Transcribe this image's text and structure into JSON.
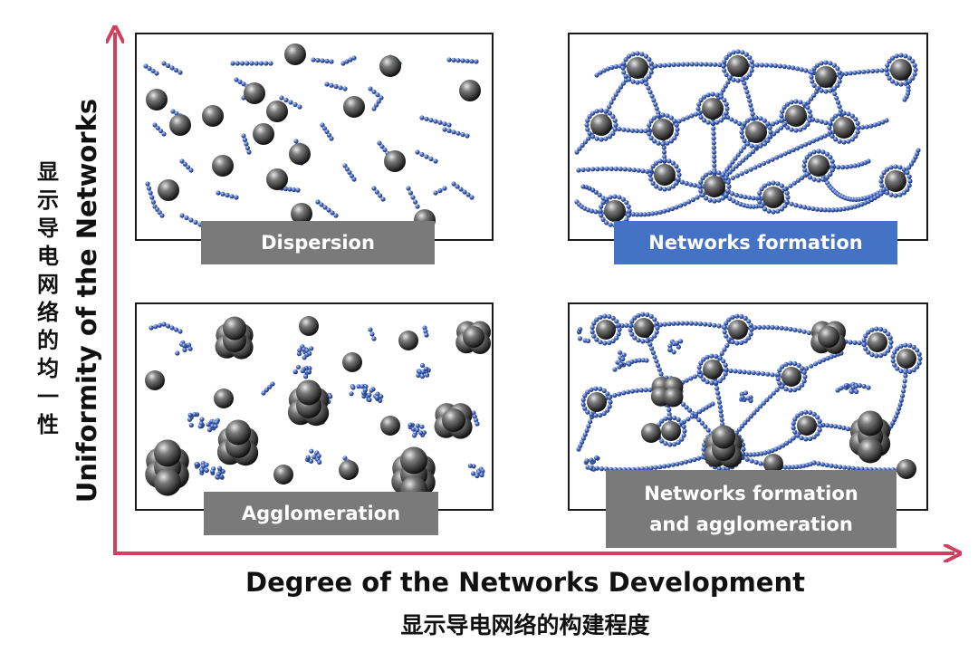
{
  "axes": {
    "x_label": "Degree of the Networks Development",
    "x_label_cn": "显示导电网络的构建程度",
    "y_label": "Uniformity of the Networks",
    "y_label_cn": [
      "显",
      "示",
      "导",
      "电",
      "网",
      "络",
      "的",
      "均",
      "一",
      "性"
    ],
    "axis_color": "#d0405e"
  },
  "panels": {
    "dispersion": {
      "label": "Dispersion"
    },
    "networks_formation": {
      "label": "Networks formation"
    },
    "agglomeration": {
      "label": "Agglomeration"
    },
    "networks_agglomeration": {
      "label_line1": "Networks formation",
      "label_line2": "and agglomeration"
    }
  },
  "colors": {
    "particle": "#333333",
    "filler": "#3c5fb5",
    "label_gray": "#7a7a7a",
    "label_blue": "#4472c4"
  }
}
